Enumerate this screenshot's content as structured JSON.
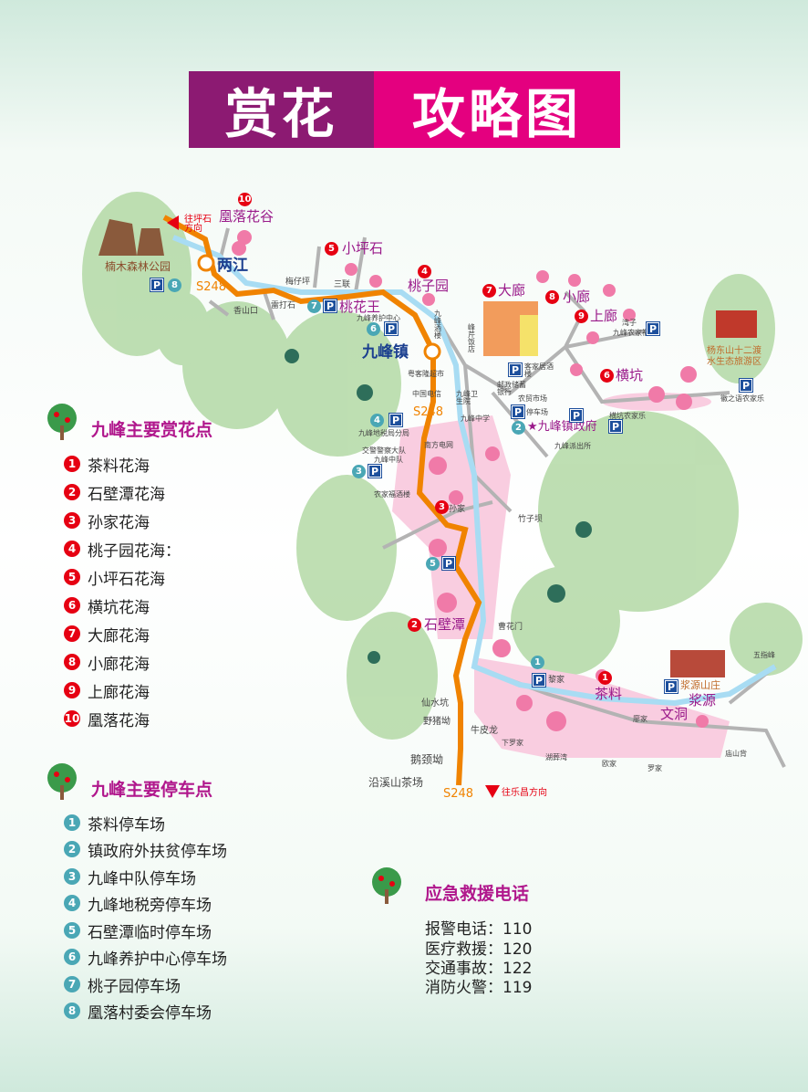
{
  "title": {
    "part1": "赏花",
    "part2": "攻略图"
  },
  "colors": {
    "title_left": "#8c1a72",
    "title_right": "#e4007f",
    "road": "#f08300",
    "river": "#a8dcf3",
    "flower_marker": "#e60012",
    "parking_marker": "#4aa7b5",
    "parking_sign": "#1d4f9c"
  },
  "map": {
    "road_name": "S248",
    "labels": {
      "fenglou_valley": "凰落花谷",
      "to_pingshi": "往坪石方向",
      "nanmu_park": "楠木森林公园",
      "liangjiang": "两江",
      "meizaiping": "梅仔坪",
      "leidashi": "雷打石",
      "xiangshankou": "香山口",
      "sanlian": "三联",
      "xiaopingshi": "小坪石",
      "taoziyuan": "桃子园",
      "taohuawang": "桃花王",
      "maintenance_center": "九峰养护中心",
      "jiufeng_town": "九峰镇",
      "supermarket": "粤客隆超市",
      "telecom": "中国电信",
      "hospital": "九峰卫生院",
      "post_bank": "邮政储蓄银行",
      "jiufeng_hotel": "九峰酒楼",
      "fengqin_restaurant": "峰芹饭店",
      "dalang": "大廊",
      "xiaolang": "小廊",
      "shanglang": "上廊",
      "hakka_restaurant": "客家居酒楼",
      "market": "农贸市场",
      "parking_lot": "停车场",
      "middle_school": "九峰中学",
      "gov": "★九峰镇政府",
      "police": "九峰派出所",
      "wanzi": "湾子",
      "wanzi_farm": "九峰农家福",
      "hengkeng": "横坑",
      "hengkeng_farm": "横坑农家乐",
      "huizhiyu_farm": "徽之语农家乐",
      "yangdong_1": "杨东山十二渡",
      "yangdong_2": "水生态旅游区",
      "tax_bureau": "九峰地税局分局",
      "power_grid": "南方电网",
      "traffic_police_1": "交警警察大队",
      "traffic_police_2": "九峰中队",
      "nongjiafu": "农家福酒楼",
      "sunjia": "孙家",
      "zhuziba": "竹子坝",
      "shibitan": "石壁潭",
      "caohuamen": "曹花门",
      "lijia": "黎家",
      "chaliao": "茶料",
      "jiangyuan_villa": "浆源山庄",
      "jiangyuan": "浆源",
      "wendong": "文洞",
      "wuzhifeng": "五指峰",
      "xianshuikeng": "仙水坑",
      "yezhuao": "野猪坳",
      "553": "牛皮龙",
      "xialuojia": "下罗家",
      "huzangwan": "湖葬湾",
      "liaojia": "廖家",
      "oujia": "欧家",
      "luojia": "罗家",
      "miaoshanbei": "庙山背",
      "ejingao": "鹅颈坳",
      "yanxi_tea": "沿溪山茶场",
      "to_lechang": "往乐昌方向"
    }
  },
  "flower_spots": {
    "heading": "九峰主要赏花点",
    "items": [
      {
        "num": "1",
        "label": "茶料花海"
      },
      {
        "num": "2",
        "label": "石壁潭花海"
      },
      {
        "num": "3",
        "label": "孙家花海"
      },
      {
        "num": "4",
        "label": "桃子园花海："
      },
      {
        "num": "5",
        "label": "小坪石花海"
      },
      {
        "num": "6",
        "label": "横坑花海"
      },
      {
        "num": "7",
        "label": "大廊花海"
      },
      {
        "num": "8",
        "label": "小廊花海"
      },
      {
        "num": "9",
        "label": "上廊花海"
      },
      {
        "num": "10",
        "label": "凰落花海"
      }
    ]
  },
  "parking": {
    "heading": "九峰主要停车点",
    "items": [
      {
        "num": "1",
        "label": "茶料停车场"
      },
      {
        "num": "2",
        "label": "镇政府外扶贫停车场"
      },
      {
        "num": "3",
        "label": "九峰中队停车场"
      },
      {
        "num": "4",
        "label": "九峰地税旁停车场"
      },
      {
        "num": "5",
        "label": "石壁潭临时停车场"
      },
      {
        "num": "6",
        "label": "九峰养护中心停车场"
      },
      {
        "num": "7",
        "label": "桃子园停车场"
      },
      {
        "num": "8",
        "label": "凰落村委会停车场"
      }
    ]
  },
  "emergency": {
    "heading": "应急救援电话",
    "lines": [
      "报警电话：110",
      "医疗救援：120",
      "交通事故：122",
      "消防火警：119"
    ]
  }
}
